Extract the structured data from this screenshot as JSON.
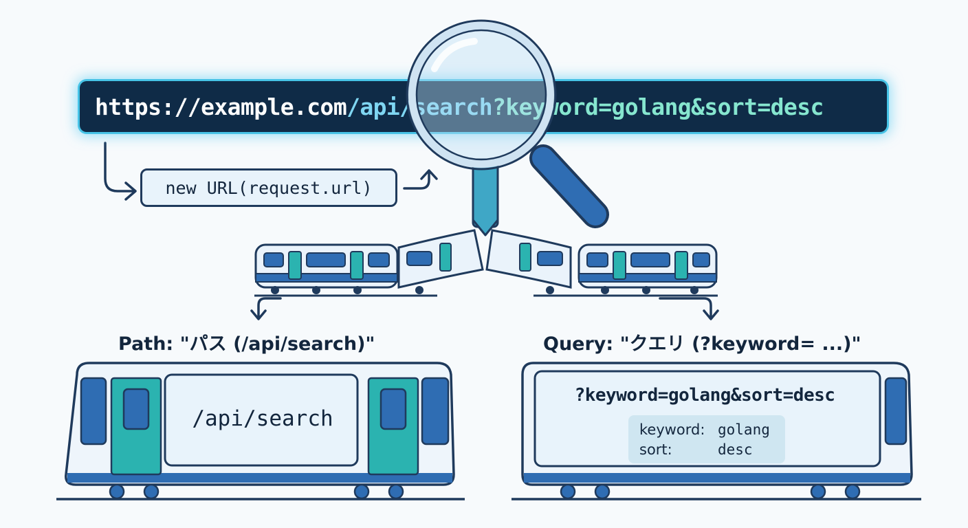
{
  "url_bar": {
    "base": "https://example.com",
    "path": "/api/search",
    "query": "?keyword=golang&sort=desc"
  },
  "code_label": "new URL(request.url)",
  "path_panel": {
    "caption": "Path: \"パス (/api/search)\"",
    "value": "/api/search"
  },
  "query_panel": {
    "caption": "Query: \"クエリ (?keyword= ...)\"",
    "value": "?keyword=golang&sort=desc",
    "params": [
      {
        "key": "keyword:",
        "value": "golang"
      },
      {
        "key": "sort:",
        "value": "desc"
      }
    ]
  },
  "icons": [
    "magnifying-glass-icon",
    "train-icon",
    "arrow-icon"
  ],
  "colors": {
    "dark_navy": "#0f2b47",
    "glow": "#47c3e6",
    "train_blue": "#2f6db3",
    "train_teal": "#2bb3b0",
    "outline": "#1f3a5c"
  }
}
